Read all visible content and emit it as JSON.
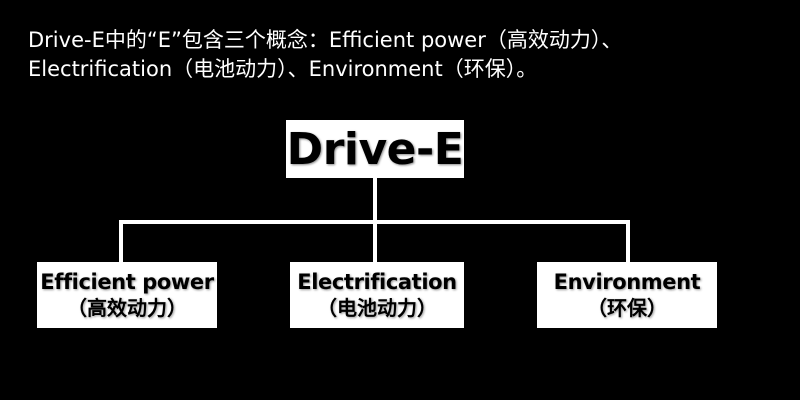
{
  "caption": {
    "line1": "Drive-E中的“E”包含三个概念：Efficient power（高效动力）、",
    "line2": "Electrification（电池动力）、Environment（环保）。"
  },
  "diagram": {
    "root": "Drive-E",
    "children": [
      {
        "en": "Efficient power",
        "zh": "（高效动力）"
      },
      {
        "en": "Electrification",
        "zh": "（电池动力）"
      },
      {
        "en": "Environment",
        "zh": "（环保）"
      }
    ]
  },
  "colors": {
    "background": "#000000",
    "box": "#ffffff",
    "connector": "#ffffff",
    "text": "#000000"
  }
}
